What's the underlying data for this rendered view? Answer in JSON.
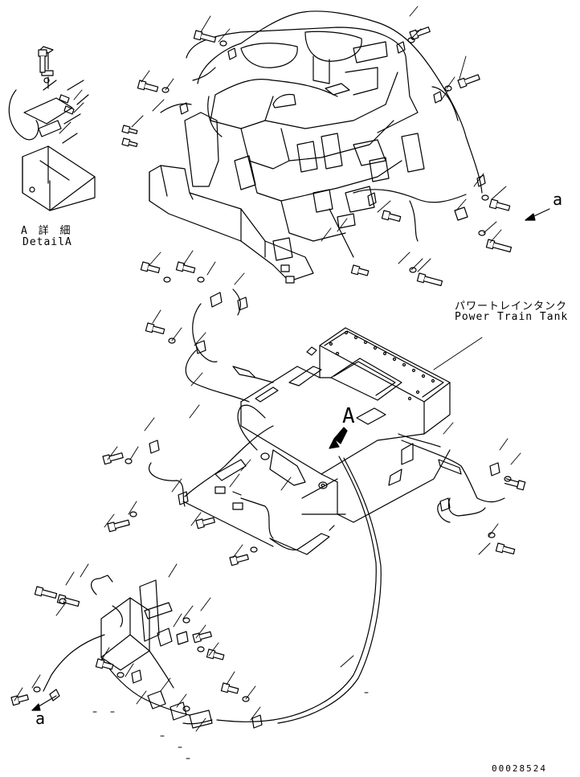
{
  "labels": {
    "detail_a_ja": "A 詳 細",
    "detail_a_en": "DetailA",
    "power_train_tank_ja": "パワートレインタンク",
    "power_train_tank_en": "Power Train Tank",
    "ref_a_upper": "a",
    "ref_a_lower": "a",
    "ref_A_view": "A",
    "drawing_number": "00028524"
  }
}
